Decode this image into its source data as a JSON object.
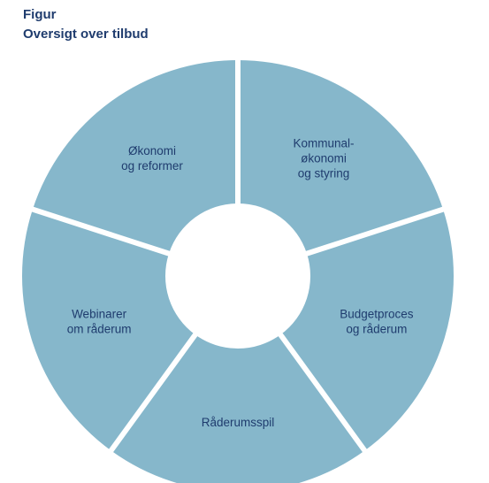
{
  "header": {
    "kicker": "Figur",
    "title": "Oversigt over tilbud"
  },
  "colors": {
    "heading": "#1f3c6e",
    "segment_fill": "#86b7cb",
    "segment_text": "#1f3c6e",
    "separator": "#ffffff"
  },
  "segments": [
    {
      "id": "kommunaloekonomi",
      "lines": [
        "Kommunal-",
        "økonomi",
        "og styring"
      ]
    },
    {
      "id": "budgetproces",
      "lines": [
        "Budgetproces",
        "og råderum"
      ]
    },
    {
      "id": "raaderumsspil",
      "lines": [
        "Råderumsspil"
      ]
    },
    {
      "id": "webinarer",
      "lines": [
        "Webinarer",
        "om råderum"
      ]
    },
    {
      "id": "oekonomi-reformer",
      "lines": [
        "Økonomi",
        "og reformer"
      ]
    }
  ]
}
